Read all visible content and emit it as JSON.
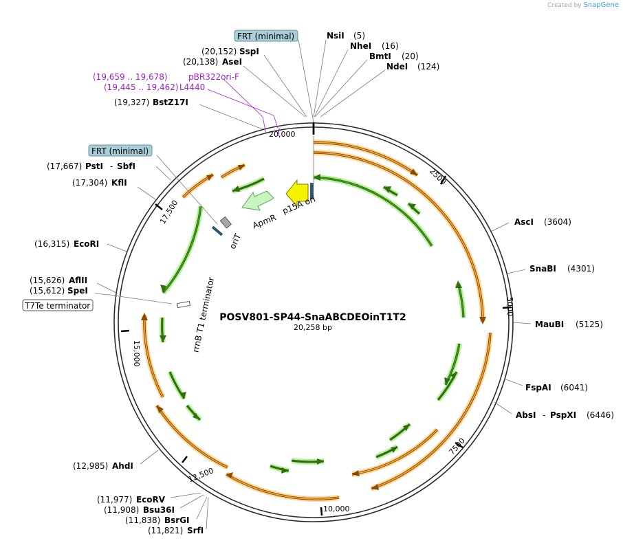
{
  "brand": {
    "prefix": "Created by",
    "name": "SnapGene"
  },
  "plasmid": {
    "name": "POSV801-SP44-SnaABCDEOinT1T2",
    "length_label": "20,258 bp"
  },
  "ticks": [
    "20,000",
    "2500",
    "5000",
    "7500",
    "10,000",
    "12,500",
    "15,000",
    "17,500"
  ],
  "boxed_labels": {
    "frt_top": "FRT (minimal)",
    "frt_left": "FRT (minimal)",
    "t7te": "T7Te terminator"
  },
  "sites_right": [
    {
      "name": "NsiI",
      "pos": "(5)"
    },
    {
      "name": "NheI",
      "pos": "(16)"
    },
    {
      "name": "BmtI",
      "pos": "(20)"
    },
    {
      "name": "NdeI",
      "pos": "(124)"
    },
    {
      "name": "AscI",
      "pos": "(3604)"
    },
    {
      "name": "SnaBI",
      "pos": "(4301)"
    },
    {
      "name": "MauBI",
      "pos": "(5125)"
    },
    {
      "name": "FspAI",
      "pos": "(6041)"
    },
    {
      "name": "AbsI",
      "name2": "PspXI",
      "pos": "(6446)"
    }
  ],
  "sites_left": [
    {
      "name": "SspI",
      "pos": "(20,152)"
    },
    {
      "name": "AseI",
      "pos": "(20,138)"
    },
    {
      "name": "BstZ17I",
      "pos": "(19,327)"
    },
    {
      "name": "PstI",
      "name2": "SbfI",
      "pos": "(17,667)"
    },
    {
      "name": "KflI",
      "pos": "(17,304)"
    },
    {
      "name": "EcoRI",
      "pos": "(16,315)"
    },
    {
      "name": "AflII",
      "pos": "(15,626)"
    },
    {
      "name": "SpeI",
      "pos": "(15,612)"
    },
    {
      "name": "AhdI",
      "pos": "(12,985)"
    },
    {
      "name": "EcoRV",
      "pos": "(11,977)"
    },
    {
      "name": "Bsu36I",
      "pos": "(11,908)"
    },
    {
      "name": "BsrGI",
      "pos": "(11,838)"
    },
    {
      "name": "SrfI",
      "pos": "(11,821)"
    }
  ],
  "primers": [
    {
      "range": "(19,659 .. 19,678)",
      "name": "pBR322ori-F"
    },
    {
      "range": "(19,445 .. 19,462)",
      "name": "L4440"
    }
  ],
  "features": {
    "p15a": "p15A ori",
    "apmr": "ApmR",
    "orit": "oriT",
    "rrnb": "rrnB T1 terminator"
  },
  "colors": {
    "backbone": "#2b2b2b",
    "orange_fill": "#f3a63a",
    "orange_glow": "#fbd89b",
    "green_fill": "#3f9a1f",
    "green_glow": "#b8f09a",
    "ori_yellow": "#f6f200",
    "apmr_green": "#c8f5c0",
    "box_blue": "#a8cfd8",
    "primer": "#a020c8"
  }
}
